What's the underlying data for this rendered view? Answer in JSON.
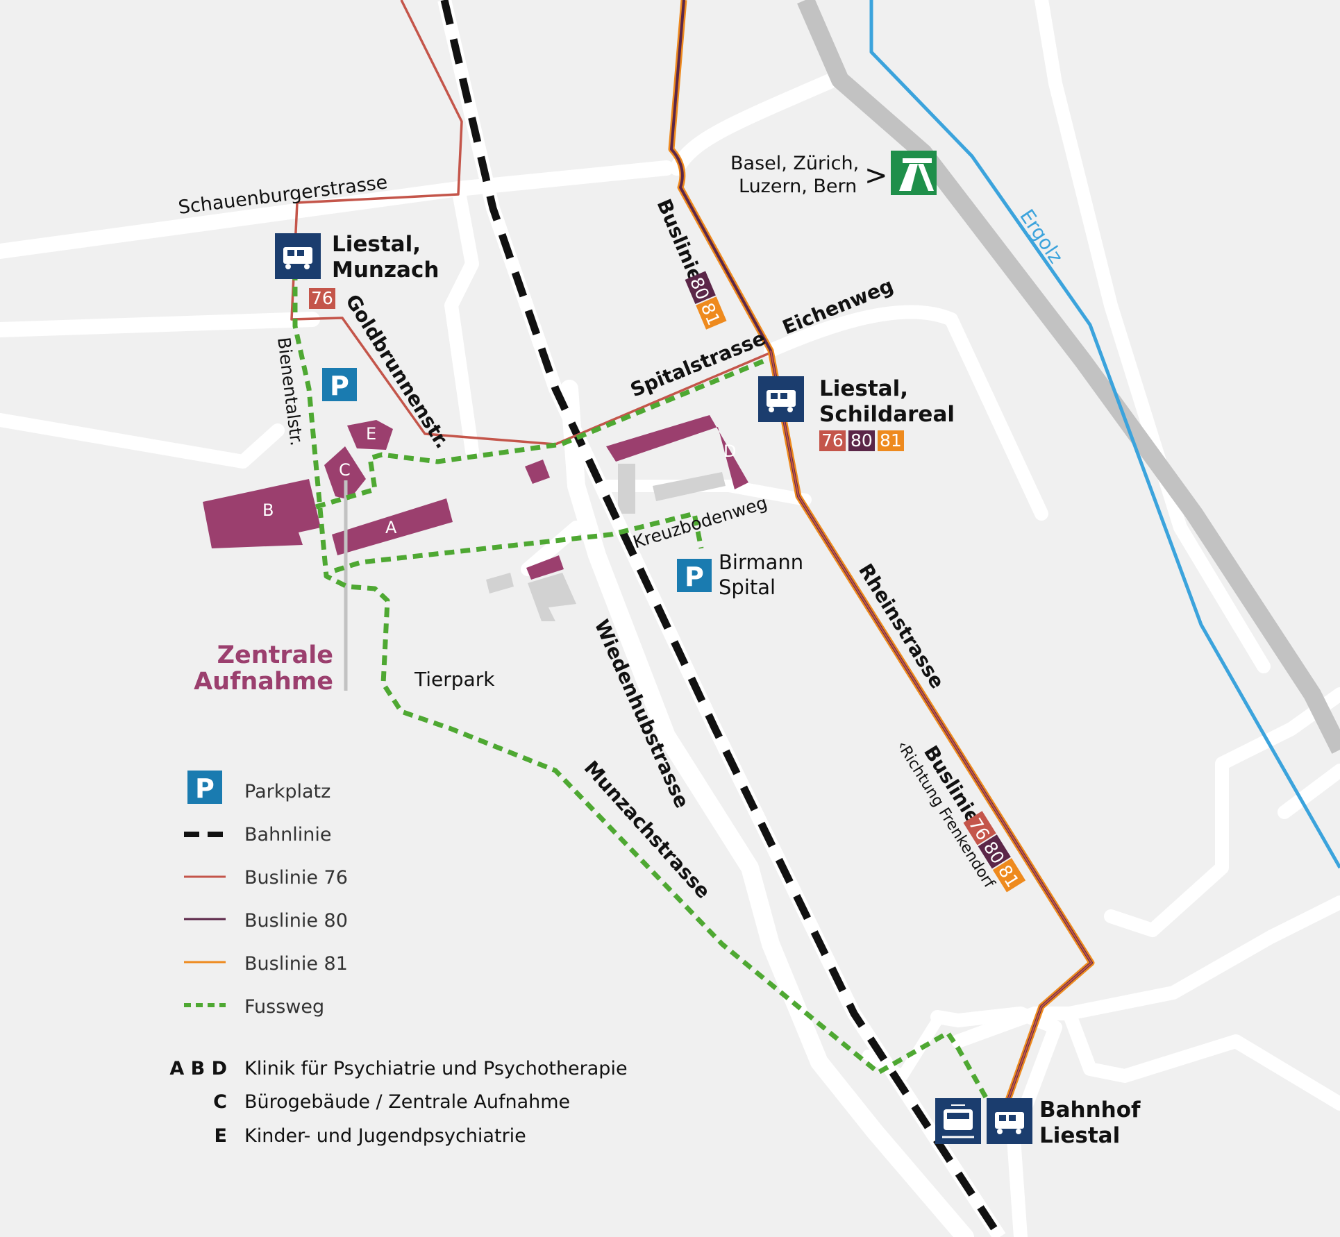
{
  "map": {
    "colors": {
      "background": "#f0f0f0",
      "road": "#ffffff",
      "building_gray": "#d2d2d2",
      "clinic": "#9b3f6e",
      "bus76": "#c4554a",
      "bus80": "#5b2648",
      "bus81": "#ee8a1e",
      "footpath": "#4ea832",
      "river": "#3ba3dc",
      "highway": "#c2c2c2",
      "stop_blue": "#1b3d6e",
      "parking_blue": "#1a7bb0",
      "motorway_green": "#1f8f4a"
    },
    "streets": {
      "schauenburger": "Schauenburgerstrasse",
      "goldbrunnen": "Goldbrunnenstr.",
      "bienental": "Bienentalstr.",
      "spital": "Spitalstrasse",
      "eichen": "Eichenweg",
      "kreuzboden": "Kreuzbodenweg",
      "wiedenhub": "Wiedenhubstrasse",
      "munzach": "Munzachstrasse",
      "rhein": "Rheinstrasse",
      "ergolz": "Ergolz",
      "tierpark": "Tierpark"
    },
    "bus_labels": {
      "top_prefix": "Buslinie",
      "top_lines": [
        "80",
        "81"
      ],
      "bottom_prefix": "Buslinie",
      "bottom_lines": [
        "76",
        "80",
        "81"
      ],
      "bottom_direction": "‹Richtung Frenkendorf"
    },
    "highway_sign": {
      "line1": "Basel, Zürich,",
      "line2": "Luzern, Bern",
      "arrow": ">"
    },
    "stops": {
      "munzach": {
        "line1": "Liestal,",
        "line2": "Munzach",
        "lines": [
          "76"
        ]
      },
      "schildareal": {
        "line1": "Liestal,",
        "line2": "Schildareal",
        "lines": [
          "76",
          "80",
          "81"
        ]
      },
      "bahnhof": {
        "line1": "Bahnhof",
        "line2": "Liestal"
      }
    },
    "parking": {
      "symbol": "P",
      "birmann_line1": "Birmann",
      "birmann_line2": "Spital"
    },
    "buildings": {
      "A": "A",
      "B": "B",
      "C": "C",
      "D": "D",
      "E": "E"
    },
    "zentrale": {
      "line1": "Zentrale",
      "line2": "Aufnahme"
    }
  },
  "legend": {
    "items": [
      {
        "key": "parking",
        "label": "Parkplatz"
      },
      {
        "key": "rail",
        "label": "Bahnlinie"
      },
      {
        "key": "bus76",
        "label": "Buslinie 76"
      },
      {
        "key": "bus80",
        "label": "Buslinie 80"
      },
      {
        "key": "bus81",
        "label": "Buslinie 81"
      },
      {
        "key": "foot",
        "label": "Fussweg"
      }
    ],
    "buildings": [
      {
        "code": "A B D",
        "label": "Klinik für Psychiatrie und Psychotherapie"
      },
      {
        "code": "C",
        "label": "Bürogebäude / Zentrale Aufnahme"
      },
      {
        "code": "E",
        "label": "Kinder- und Jugendpsychiatrie"
      }
    ]
  }
}
